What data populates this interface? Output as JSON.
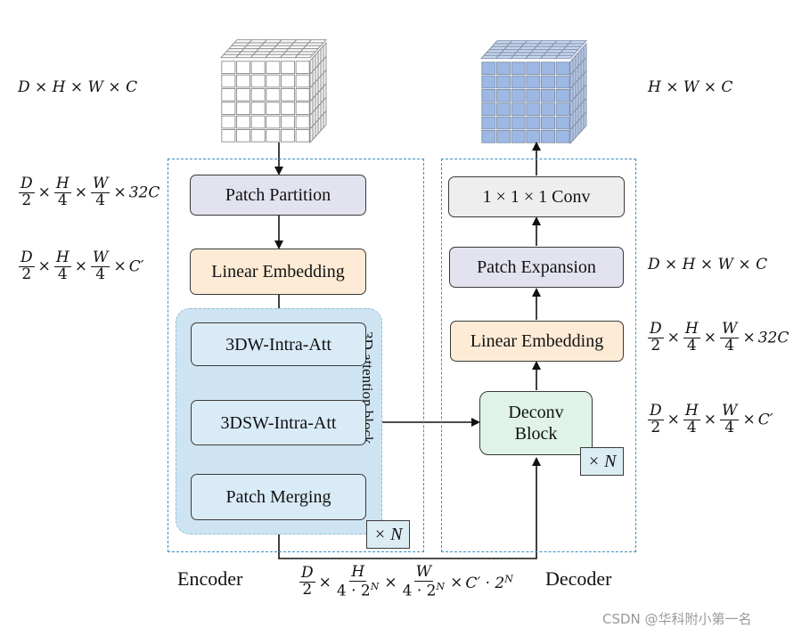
{
  "encoder": {
    "label": "Encoder",
    "patch_partition": "Patch Partition",
    "linear_embedding": "Linear Embedding",
    "att1": "3DW-Intra-Att",
    "att2": "3DSW-Intra-Att",
    "patch_merging": "Patch Merging",
    "attention_block_label": "3D attention block",
    "repeat": "× N",
    "dim_input": "D × H × W × C",
    "dim_partition": "32C",
    "dim_embedding": "C′"
  },
  "decoder": {
    "label": "Decoder",
    "conv": "1 × 1 × 1 Conv",
    "patch_expansion": "Patch Expansion",
    "linear_embedding": "Linear Embedding",
    "deconv_line1": "Deconv",
    "deconv_line2": "Block",
    "repeat": "× N",
    "dim_output": "H × W × C",
    "dim_expansion": "D × H × W × C",
    "dim_embedding": "32C",
    "dim_deconv": "C′"
  },
  "bottleneck": {
    "den_h": "4 · 2",
    "den_w": "4 · 2",
    "sup": "N",
    "tail": "C′ · 2"
  },
  "watermark": "CSDN @华科附小第一名",
  "colors": {
    "gray_box": "#e2e3ef",
    "orange_box": "#fdebd6",
    "blue_box": "#d9ebf7",
    "attention_region": "#cfe4f2",
    "deconv_box": "#dff3e9",
    "conv_box": "#eeeeee",
    "dashed_border": "#3a8fc4",
    "output_cube": "#9db8e4"
  }
}
